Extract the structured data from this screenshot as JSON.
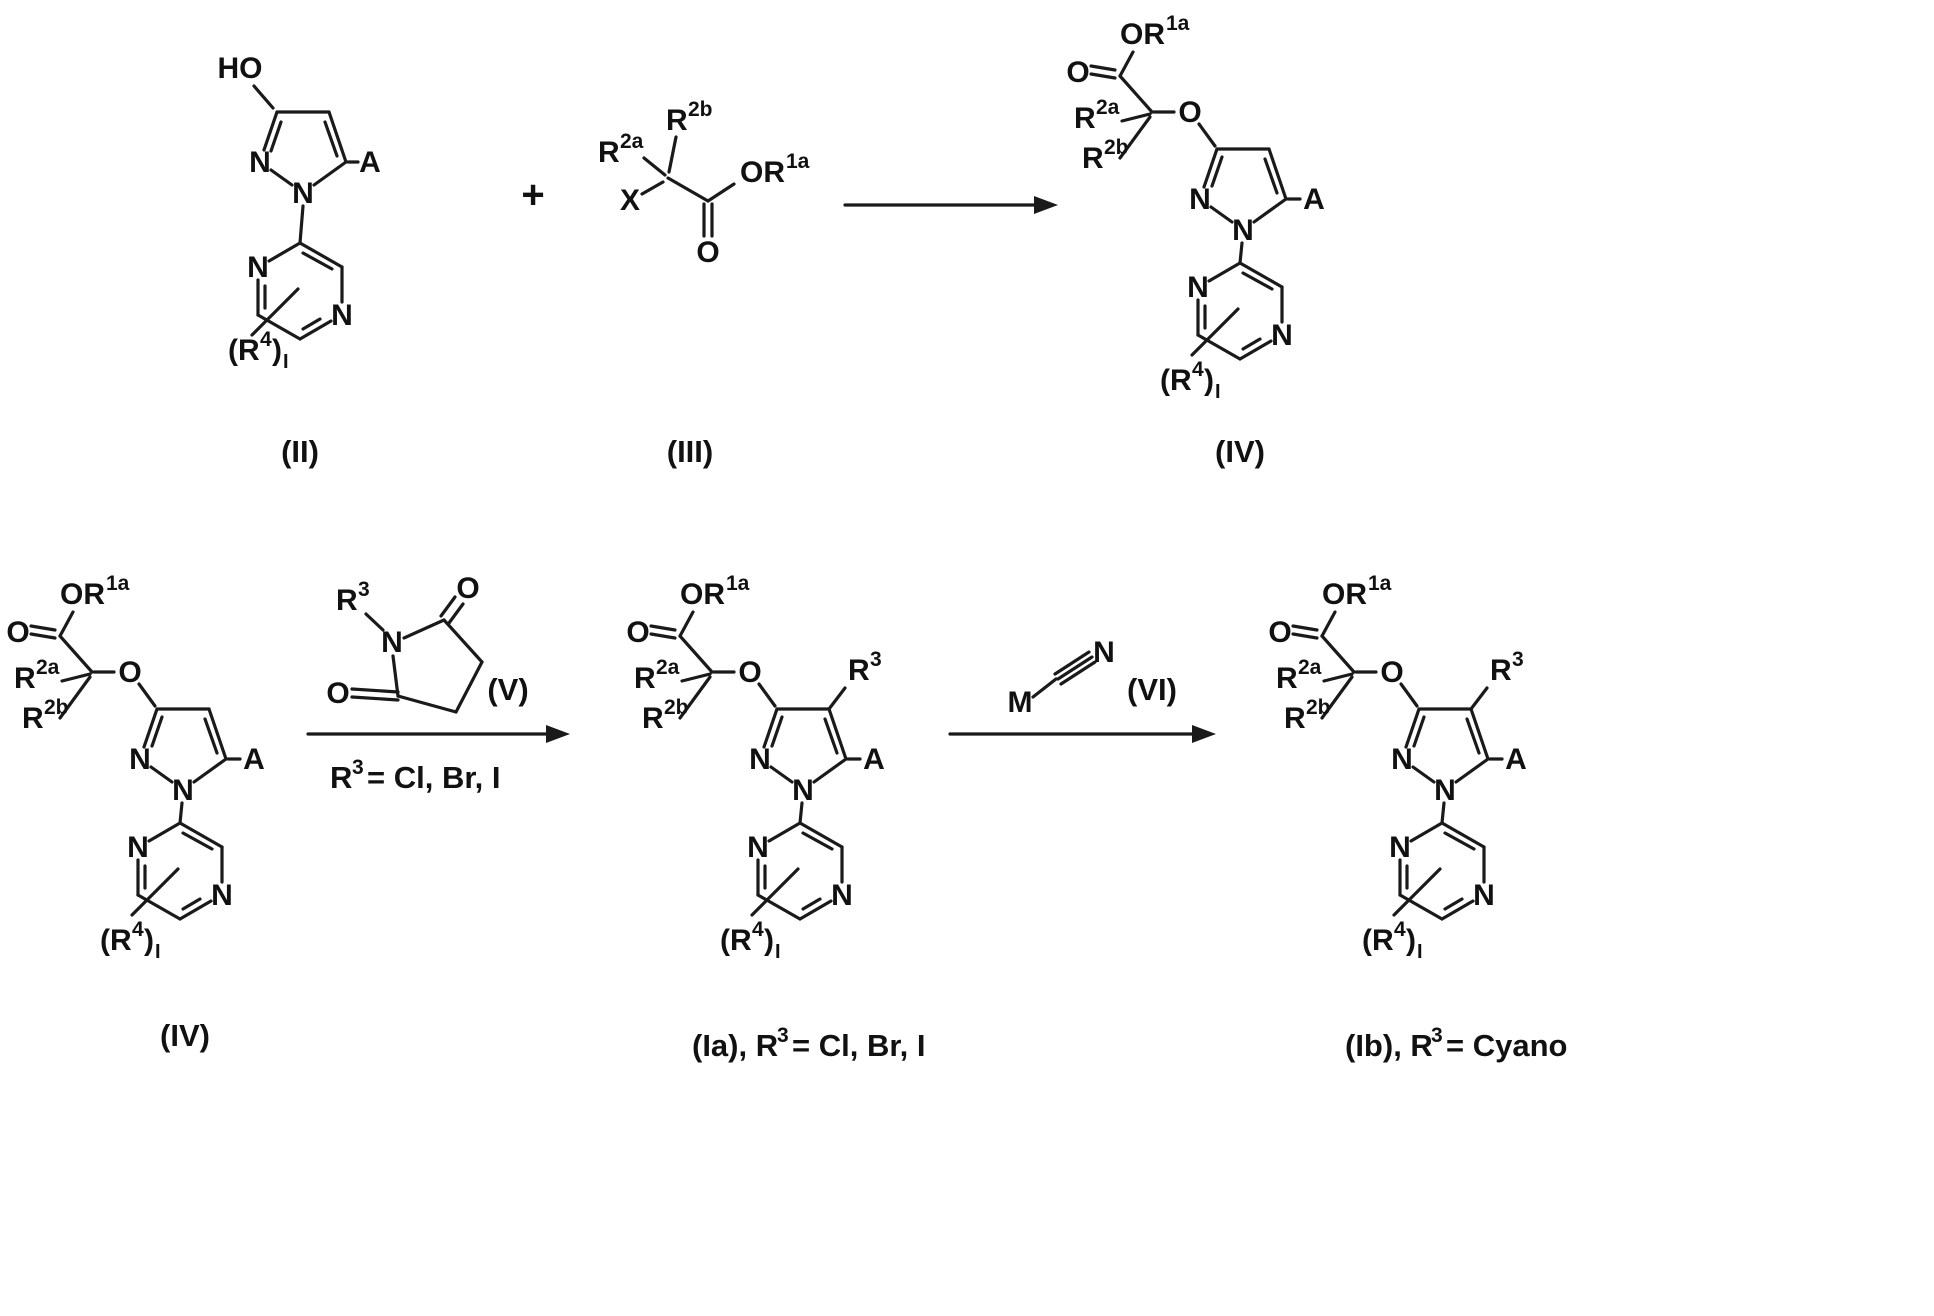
{
  "glyphs": {
    "HO": "HO",
    "N": "N",
    "O": "O",
    "A": "A",
    "X": "X",
    "M": "M",
    "R": "R",
    "OR": "OR",
    "plus": "+",
    "sup_1a": "1a",
    "sup_2a": "2a",
    "sup_2b": "2b",
    "sup_3": "3",
    "sup_4": "4",
    "paren_R": "(R",
    "paren_close": ")",
    "sub_index": "I"
  },
  "captions": {
    "II": "(II)",
    "III": "(III)",
    "IV": "(IV)",
    "V": "(V)",
    "VI": "(VI)",
    "Ia_pre": "(Ia), R",
    "Ia_sup": "3",
    "Ia_post": "= Cl, Br, I",
    "Ib_pre": "(Ib), R",
    "Ib_sup": "3",
    "Ib_post": "= Cyano",
    "cond_pre": "R",
    "cond_sup": "3",
    "cond_post": "= Cl, Br, I"
  }
}
